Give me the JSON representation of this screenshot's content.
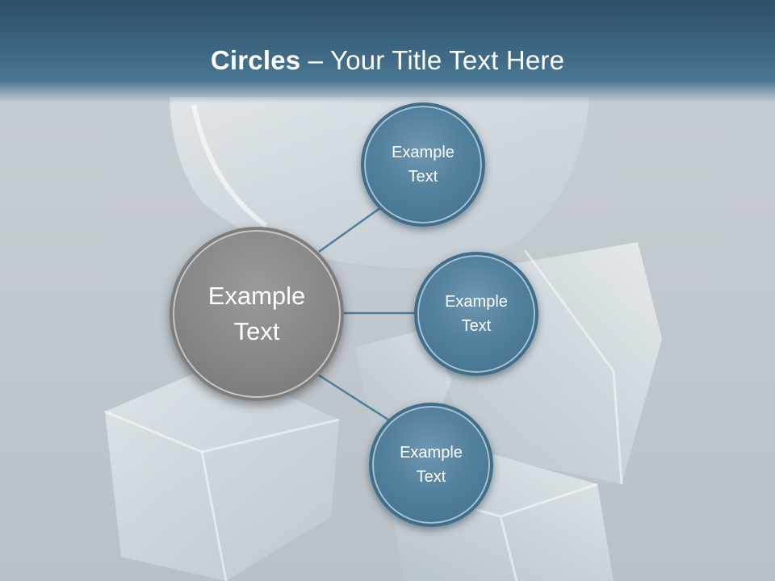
{
  "slide": {
    "title_bold": "Circles",
    "title_rest": " – Your Title Text Here",
    "center_circle": {
      "line1": "Example",
      "line2": "Text"
    },
    "satellites": [
      {
        "line1": "Example",
        "line2": "Text"
      },
      {
        "line1": "Example",
        "line2": "Text"
      },
      {
        "line1": "Example",
        "line2": "Text"
      }
    ]
  },
  "colors": {
    "header": "#3b6480",
    "satellite_fill": "#52809d",
    "center_fill": "#8a8a8a",
    "connector": "#4d7e9b"
  }
}
